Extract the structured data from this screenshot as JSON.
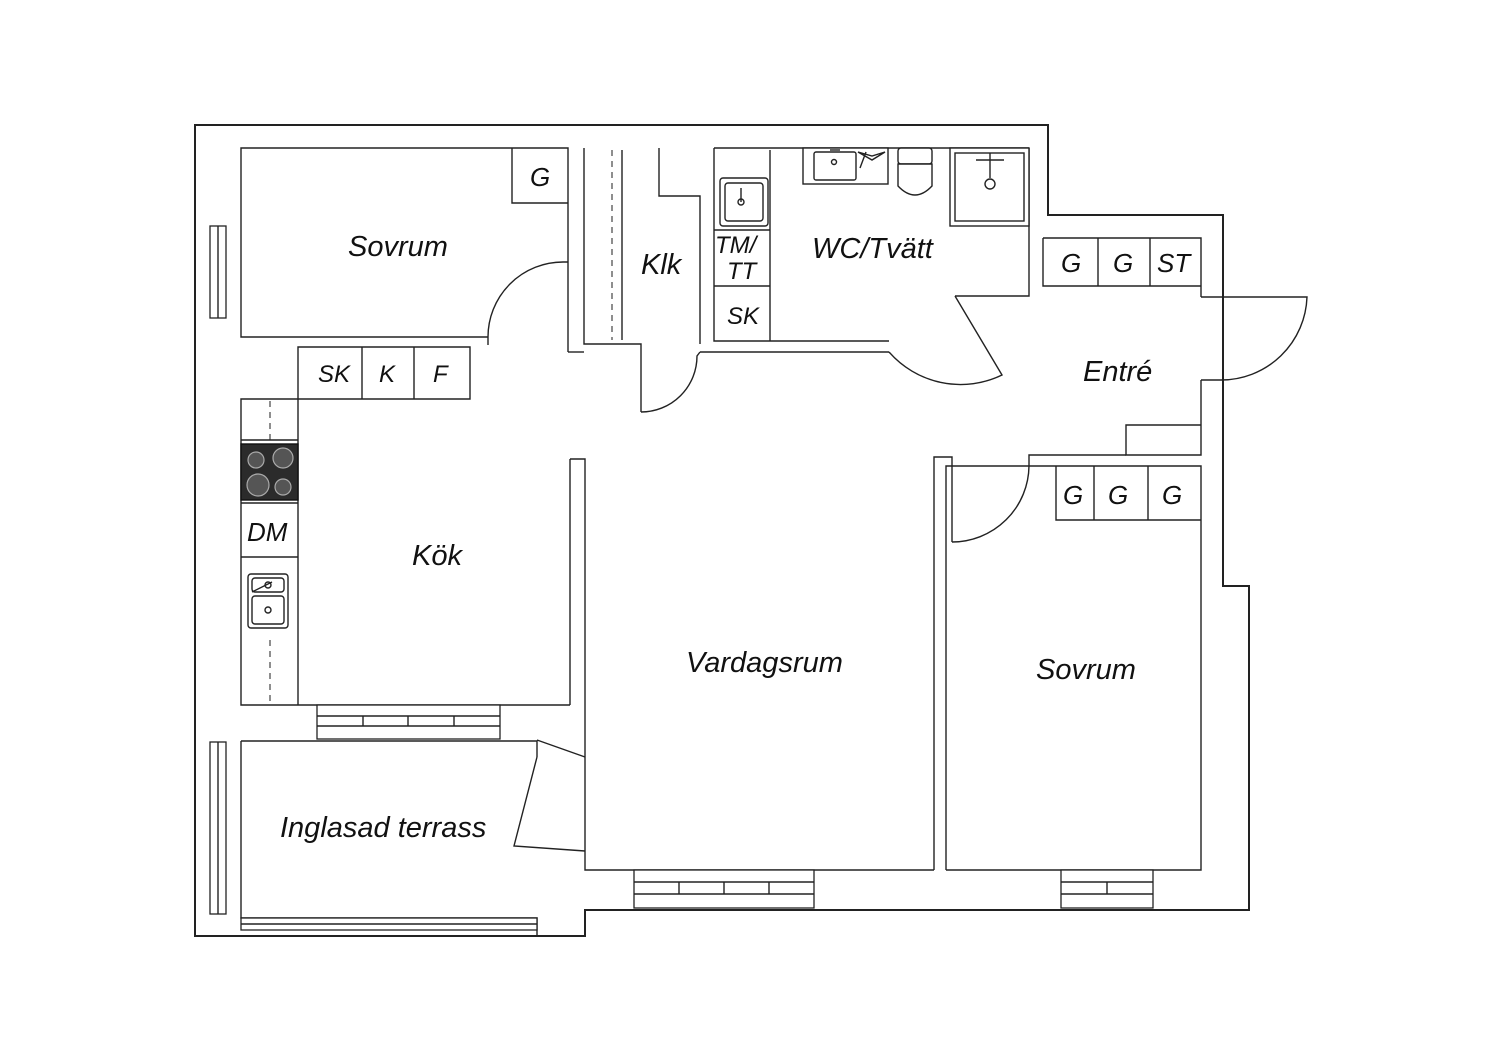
{
  "rooms": {
    "sovrum_1": "Sovrum",
    "klk": "Klk",
    "wc_tvatt": "WC/Tvätt",
    "entre": "Entré",
    "kok": "Kök",
    "vardagsrum": "Vardagsrum",
    "sovrum_2": "Sovrum",
    "terrass": "Inglasad terrass"
  },
  "cabinets": {
    "sovrum1_g": "G",
    "tm_tt_line1": "TM/",
    "tm_tt_line2": "TT",
    "wc_sk": "SK",
    "entre_g1": "G",
    "entre_g2": "G",
    "entre_st": "ST",
    "kok_sk": "SK",
    "kok_k": "K",
    "kok_f": "F",
    "kok_dm": "DM",
    "sovrum2_g1": "G",
    "sovrum2_g2": "G",
    "sovrum2_g3": "G"
  }
}
